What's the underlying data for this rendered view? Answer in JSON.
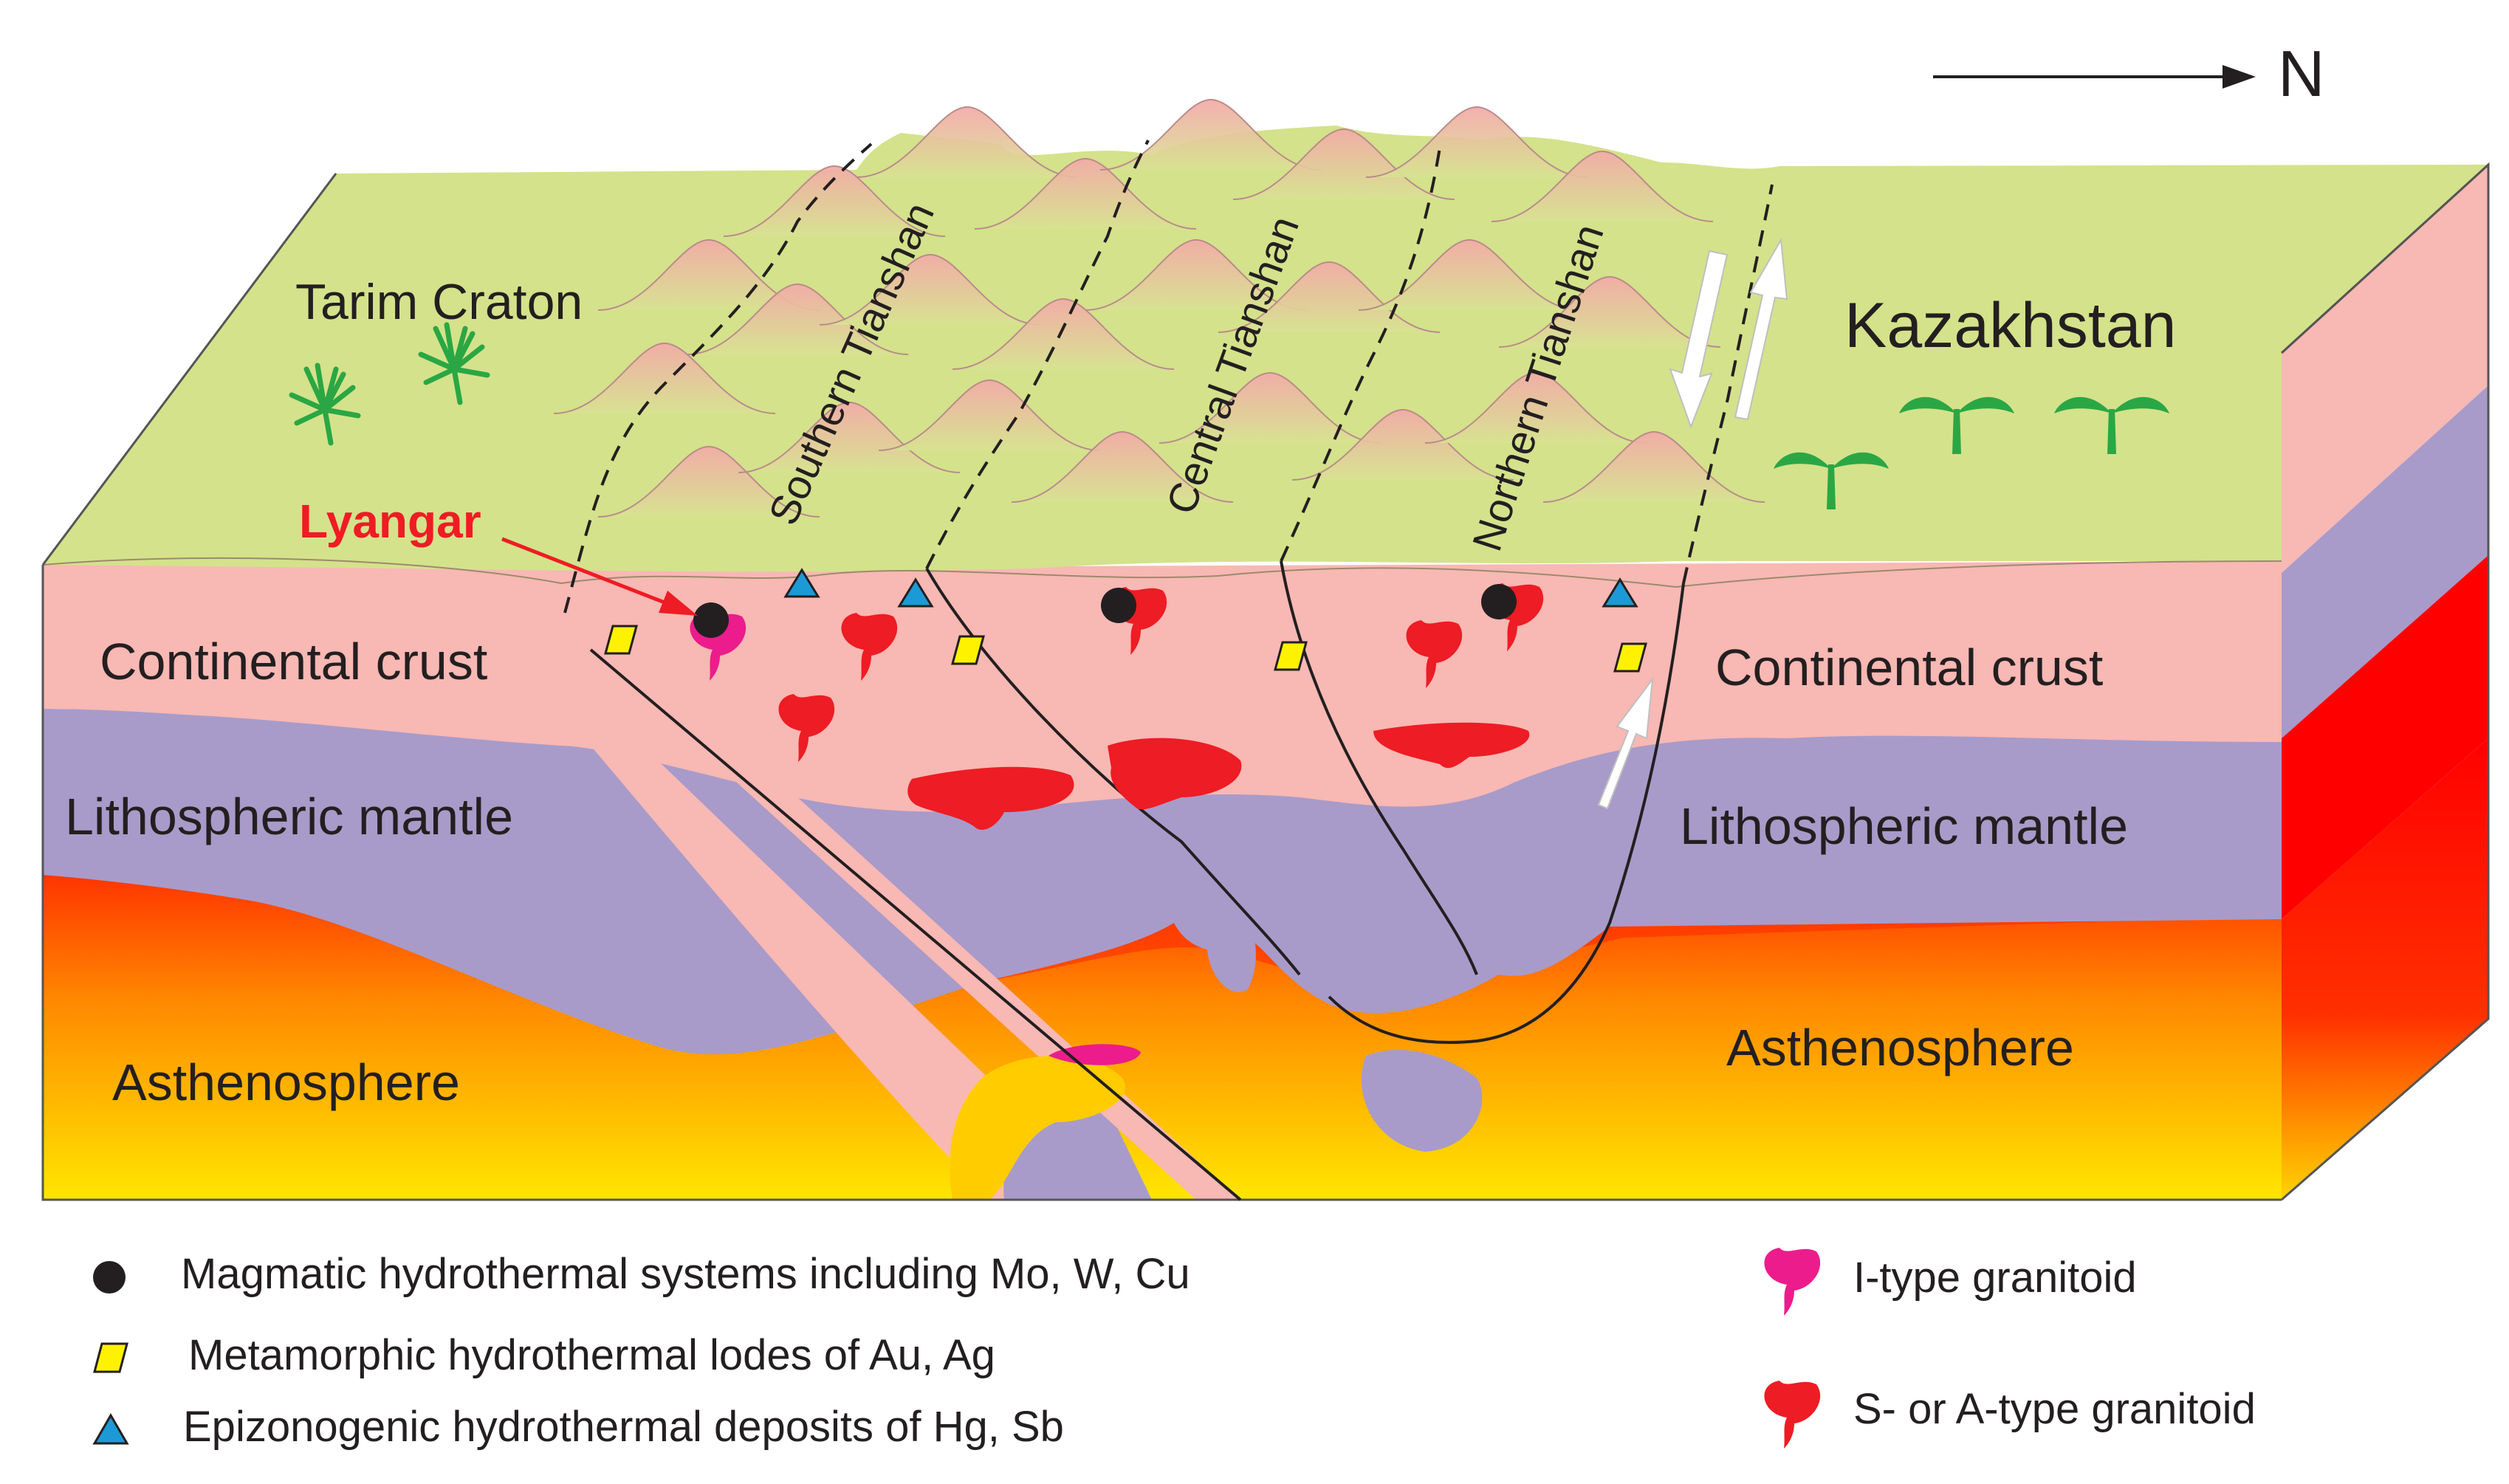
{
  "compass": {
    "label": "N"
  },
  "surface_labels": {
    "tarim": "Tarim Craton",
    "kazakhstan": "Kazakhstan",
    "southern": "Southern Tianshan",
    "central": "Central Tianshan",
    "northern": "Northern Tianshan"
  },
  "site_label": "Lyangar",
  "layer_labels": {
    "crust_left": "Continental crust",
    "crust_right": "Continental crust",
    "mantle_left": "Lithospheric mantle",
    "mantle_right": "Lithospheric mantle",
    "astheno_left": "Asthenosphere",
    "astheno_right": "Asthenosphere"
  },
  "legend": {
    "magmatic": "Magmatic hydrothermal systems including Mo, W, Cu",
    "metamorphic": "Metamorphic hydrothermal lodes of Au, Ag",
    "epizonogenic": "Epizonogenic hydrothermal deposits of Hg, Sb",
    "i_type": "I-type granitoid",
    "s_a_type": "S- or A-type granitoid"
  },
  "colors": {
    "surface": "#d4e28b",
    "crust": "#f8b8b4",
    "mantle": "#a89bc9",
    "asthenosphere_top": "#ff2a00",
    "asthenosphere_bottom": "#ffe400",
    "s_a_granitoid": "#ee1c24",
    "i_granitoid": "#ec1c8c",
    "metamorphic_lode": "#fff200",
    "epizonogenic_deposit": "#1c9ad6",
    "magmatic_system": "#231f20",
    "site_label": "#ee1c24"
  }
}
